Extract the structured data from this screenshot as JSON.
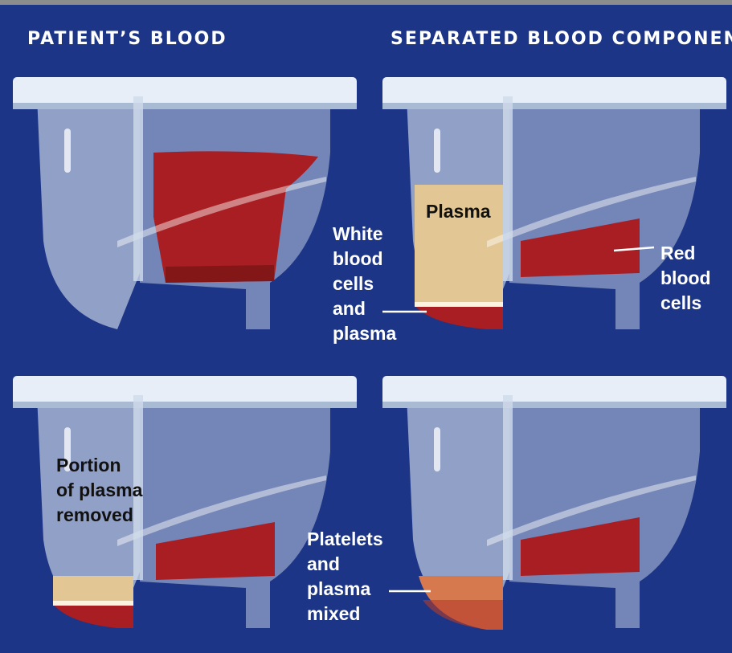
{
  "headings": {
    "left": "PATIENT’S BLOOD",
    "right": "SEPARATED BLOOD COMPONENTS"
  },
  "panels": [
    {
      "id": "patient-blood",
      "labels": []
    },
    {
      "id": "separated-components",
      "labels": [
        {
          "text": "Plasma"
        },
        {
          "text": "White\nblood\ncells\nand\nplasma"
        },
        {
          "text": "Red\nblood\ncells"
        }
      ]
    },
    {
      "id": "plasma-removed",
      "labels": [
        {
          "text": "Portion\nof plasma\nremoved"
        }
      ]
    },
    {
      "id": "platelets-mixed",
      "labels": [
        {
          "text": "Platelets\nand\nplasma\nmixed"
        }
      ]
    }
  ],
  "colors": {
    "background": "#1c3586",
    "red_blood_cells": "#a81e22",
    "plasma": "#e2c794",
    "platelet_mix": "#d7794f",
    "container": "#dfe8f4"
  }
}
